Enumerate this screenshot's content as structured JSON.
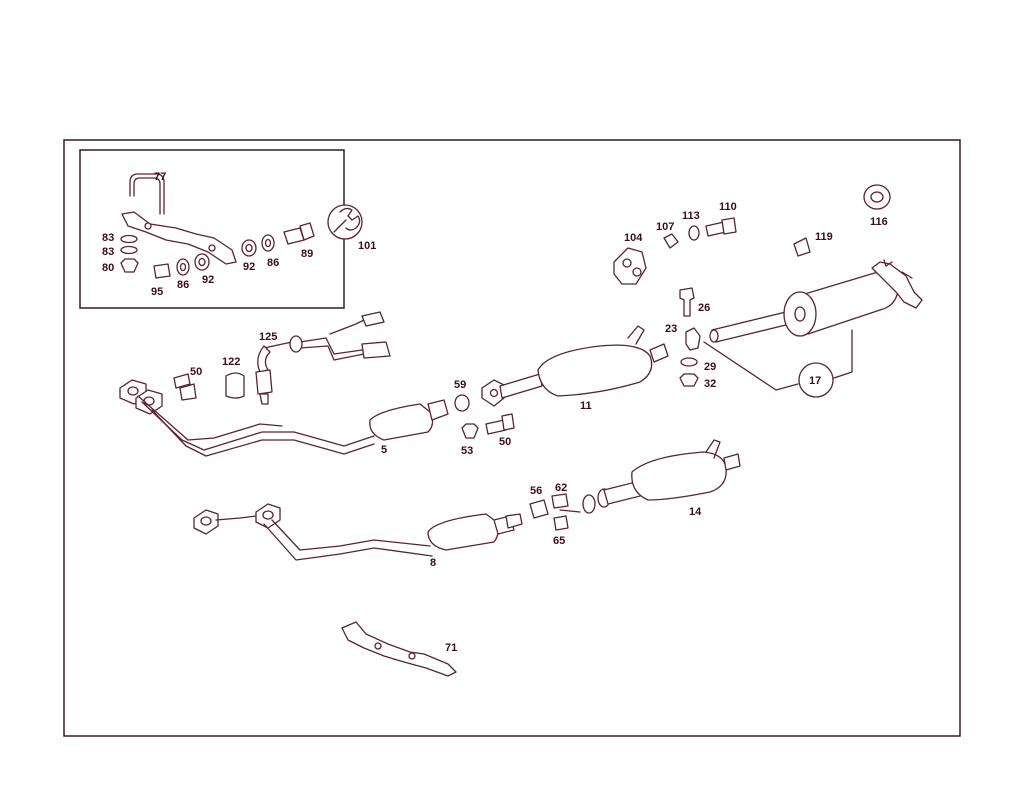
{
  "colors": {
    "line": "#5a2330",
    "label": "#3a0f1c",
    "background": "#ffffff"
  },
  "icons": {
    "tool": "wrench-icon"
  },
  "labels": {
    "p77": "77",
    "p83a": "83",
    "p83b": "83",
    "p80": "80",
    "p95": "95",
    "p86a": "86",
    "p92a": "92",
    "p92b": "92",
    "p86b": "86",
    "p89": "89",
    "p101": "101",
    "p104": "104",
    "p107": "107",
    "p113": "113",
    "p110": "110",
    "p119": "119",
    "p116": "116",
    "p26": "26",
    "p23": "23",
    "p29": "29",
    "p32": "32",
    "p17": "17",
    "p125": "125",
    "p122": "122",
    "p50a": "50",
    "p59": "59",
    "p11": "11",
    "p53": "53",
    "p50b": "50",
    "p5": "5",
    "p56": "56",
    "p62": "62",
    "p65": "65",
    "p14": "14",
    "p8": "8",
    "p71": "71"
  }
}
